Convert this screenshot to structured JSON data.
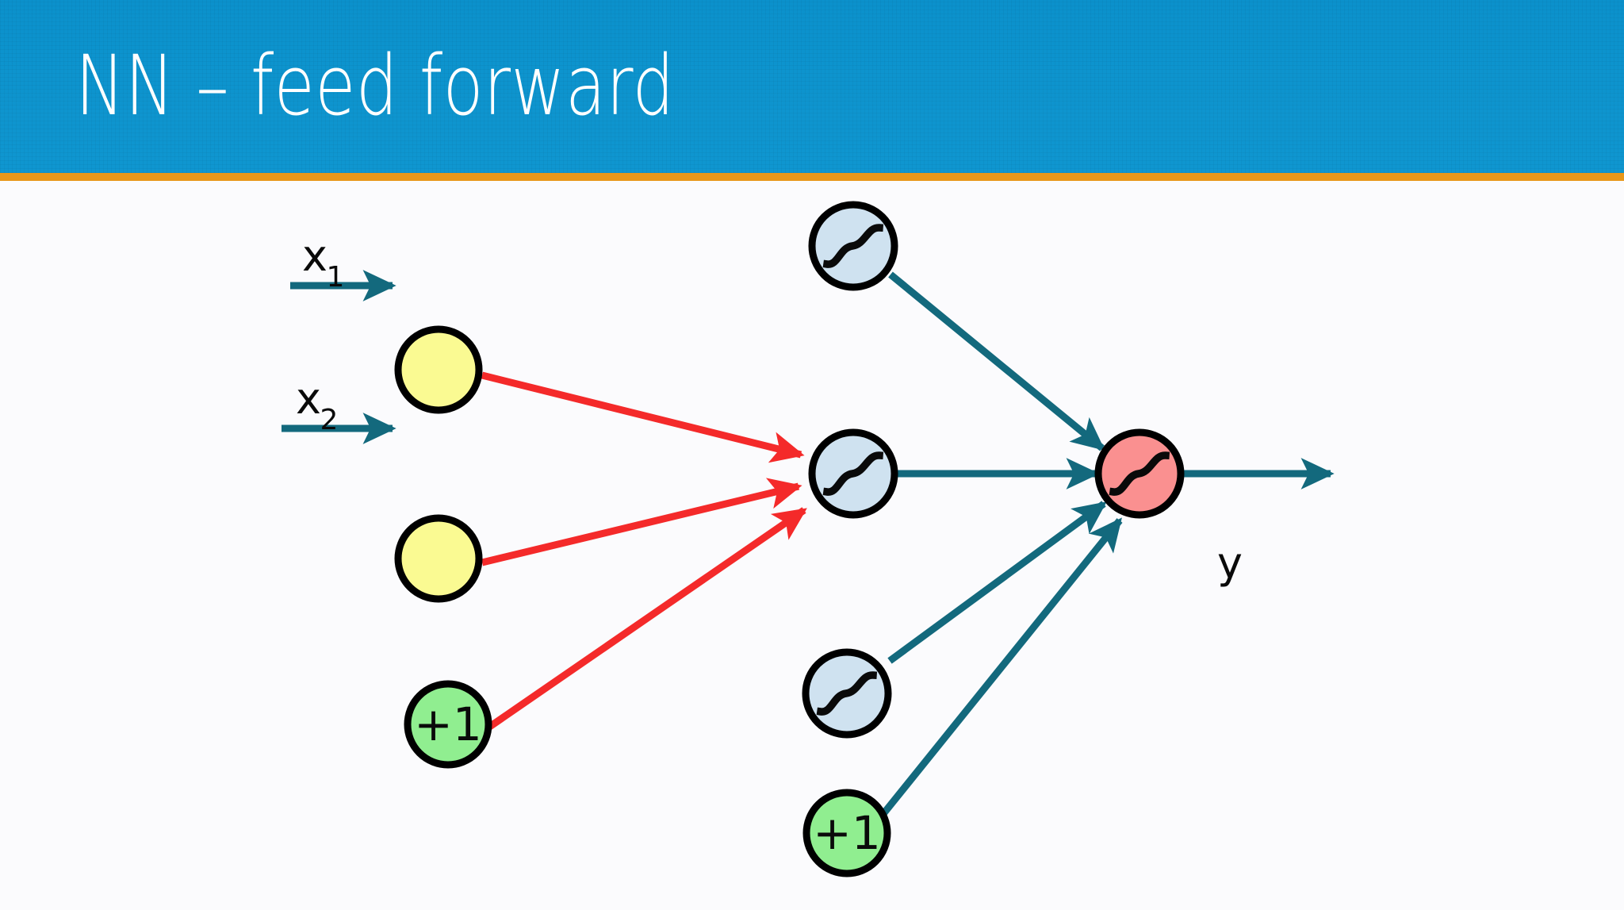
{
  "slide": {
    "title": "NN – feed forward",
    "title_bar_color": "#0d94ce",
    "accent_rule_color": "#e8971a",
    "background_color": "#fbfbfd",
    "title_text_color": "#ffffff"
  },
  "palette": {
    "input_node_fill": "#fafa92",
    "bias_node_fill": "#90ee90",
    "hidden_node_fill": "#cfe2f0",
    "output_node_fill": "#fa9090",
    "node_stroke": "#000000",
    "teal_edge": "#13697d",
    "red_edge": "#f42a2a"
  },
  "diagram": {
    "type": "neural-network-feedforward",
    "input_labels": [
      "x",
      "y"
    ],
    "inputs": [
      {
        "label": "x",
        "subscript": "1",
        "kind": "input",
        "fill": "#fafa92"
      },
      {
        "label": "x",
        "subscript": "2",
        "kind": "input",
        "fill": "#fafa92"
      }
    ],
    "bias_label": "+1",
    "output_label": "y",
    "activation_glyph": "sigmoid",
    "layers": [
      {
        "name": "input-layer",
        "nodes": [
          {
            "id": "in1",
            "type": "input",
            "text": "",
            "incoming_label": "x₁"
          },
          {
            "id": "in2",
            "type": "input",
            "text": "",
            "incoming_label": "x₂"
          },
          {
            "id": "bias1",
            "type": "bias",
            "text": "+1"
          }
        ]
      },
      {
        "name": "hidden-layer",
        "nodes": [
          {
            "id": "h1",
            "type": "sigmoid",
            "text": ""
          },
          {
            "id": "h2",
            "type": "sigmoid",
            "text": ""
          },
          {
            "id": "h3",
            "type": "sigmoid",
            "text": ""
          },
          {
            "id": "bias2",
            "type": "bias",
            "text": "+1"
          }
        ]
      },
      {
        "name": "output-layer",
        "nodes": [
          {
            "id": "out",
            "type": "sigmoid-output",
            "text": "",
            "outgoing_label": "y"
          }
        ]
      }
    ],
    "highlighted_edges": {
      "color": "#f42a2a",
      "from": [
        "in1",
        "in2",
        "bias1"
      ],
      "to": "h2"
    },
    "normal_edges_color": "#13697d"
  }
}
